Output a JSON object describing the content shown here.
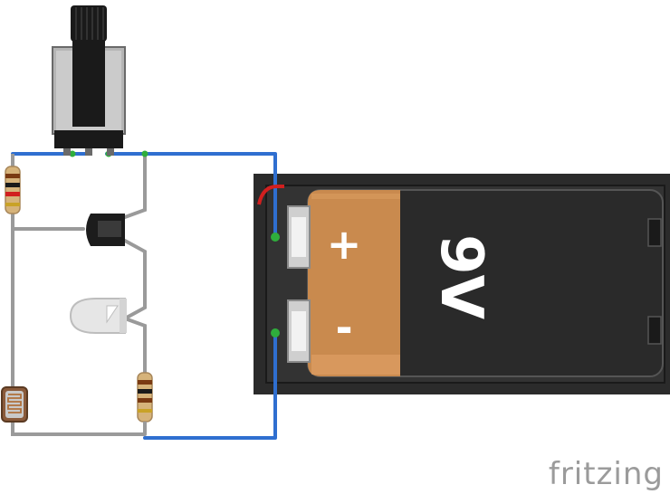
{
  "battery": {
    "voltage_label": "9V",
    "plus_label": "+",
    "minus_label": "-"
  },
  "footer": {
    "brand": "fritzing"
  },
  "colors": {
    "wire_blue": "#2f6fd0",
    "wire_gray": "#9a9a9a",
    "wire_red": "#d11f1f",
    "battery_case": "#2b2b2b",
    "battery_copper": "#c98a4e",
    "led_body": "#e6e6e6",
    "transistor_body": "#1c1c1c",
    "pot_knob": "#1a1a1a",
    "node_green": "#2fae3c",
    "brand_text": "#9b9b9b"
  },
  "components": [
    {
      "name": "potentiometer",
      "icon": "potentiometer-icon"
    },
    {
      "name": "resistor-top-left",
      "icon": "resistor-icon"
    },
    {
      "name": "transistor",
      "icon": "transistor-icon"
    },
    {
      "name": "led",
      "icon": "led-icon"
    },
    {
      "name": "resistor-bottom",
      "icon": "resistor-icon"
    },
    {
      "name": "photoresistor",
      "icon": "ldr-icon"
    },
    {
      "name": "battery-9v",
      "icon": "battery-icon"
    }
  ]
}
